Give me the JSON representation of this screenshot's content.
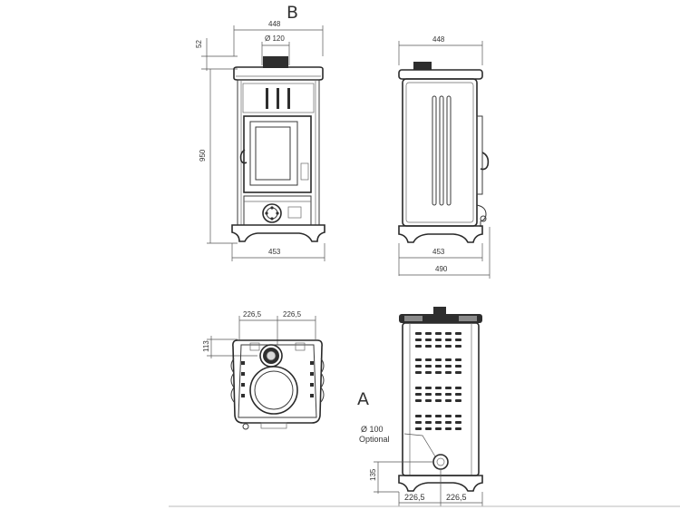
{
  "labels": {
    "view_b": "B",
    "view_a": "A",
    "flue_diameter": "Ø 120",
    "air_inlet_diameter": "Ø 100",
    "air_inlet_note": "Optional"
  },
  "dimensions": {
    "front_top_width": "448",
    "front_top_height": "52",
    "front_height": "950",
    "front_base_width": "453",
    "side_top_width": "448",
    "side_base_width": "453",
    "side_overall_depth": "490",
    "top_left_half": "226,5",
    "top_right_half": "226,5",
    "top_flue_offset": "113",
    "rear_left_half": "226,5",
    "rear_right_half": "226,5",
    "rear_inlet_height": "135"
  },
  "colors": {
    "line": "#3a3a3a",
    "text": "#333333"
  }
}
